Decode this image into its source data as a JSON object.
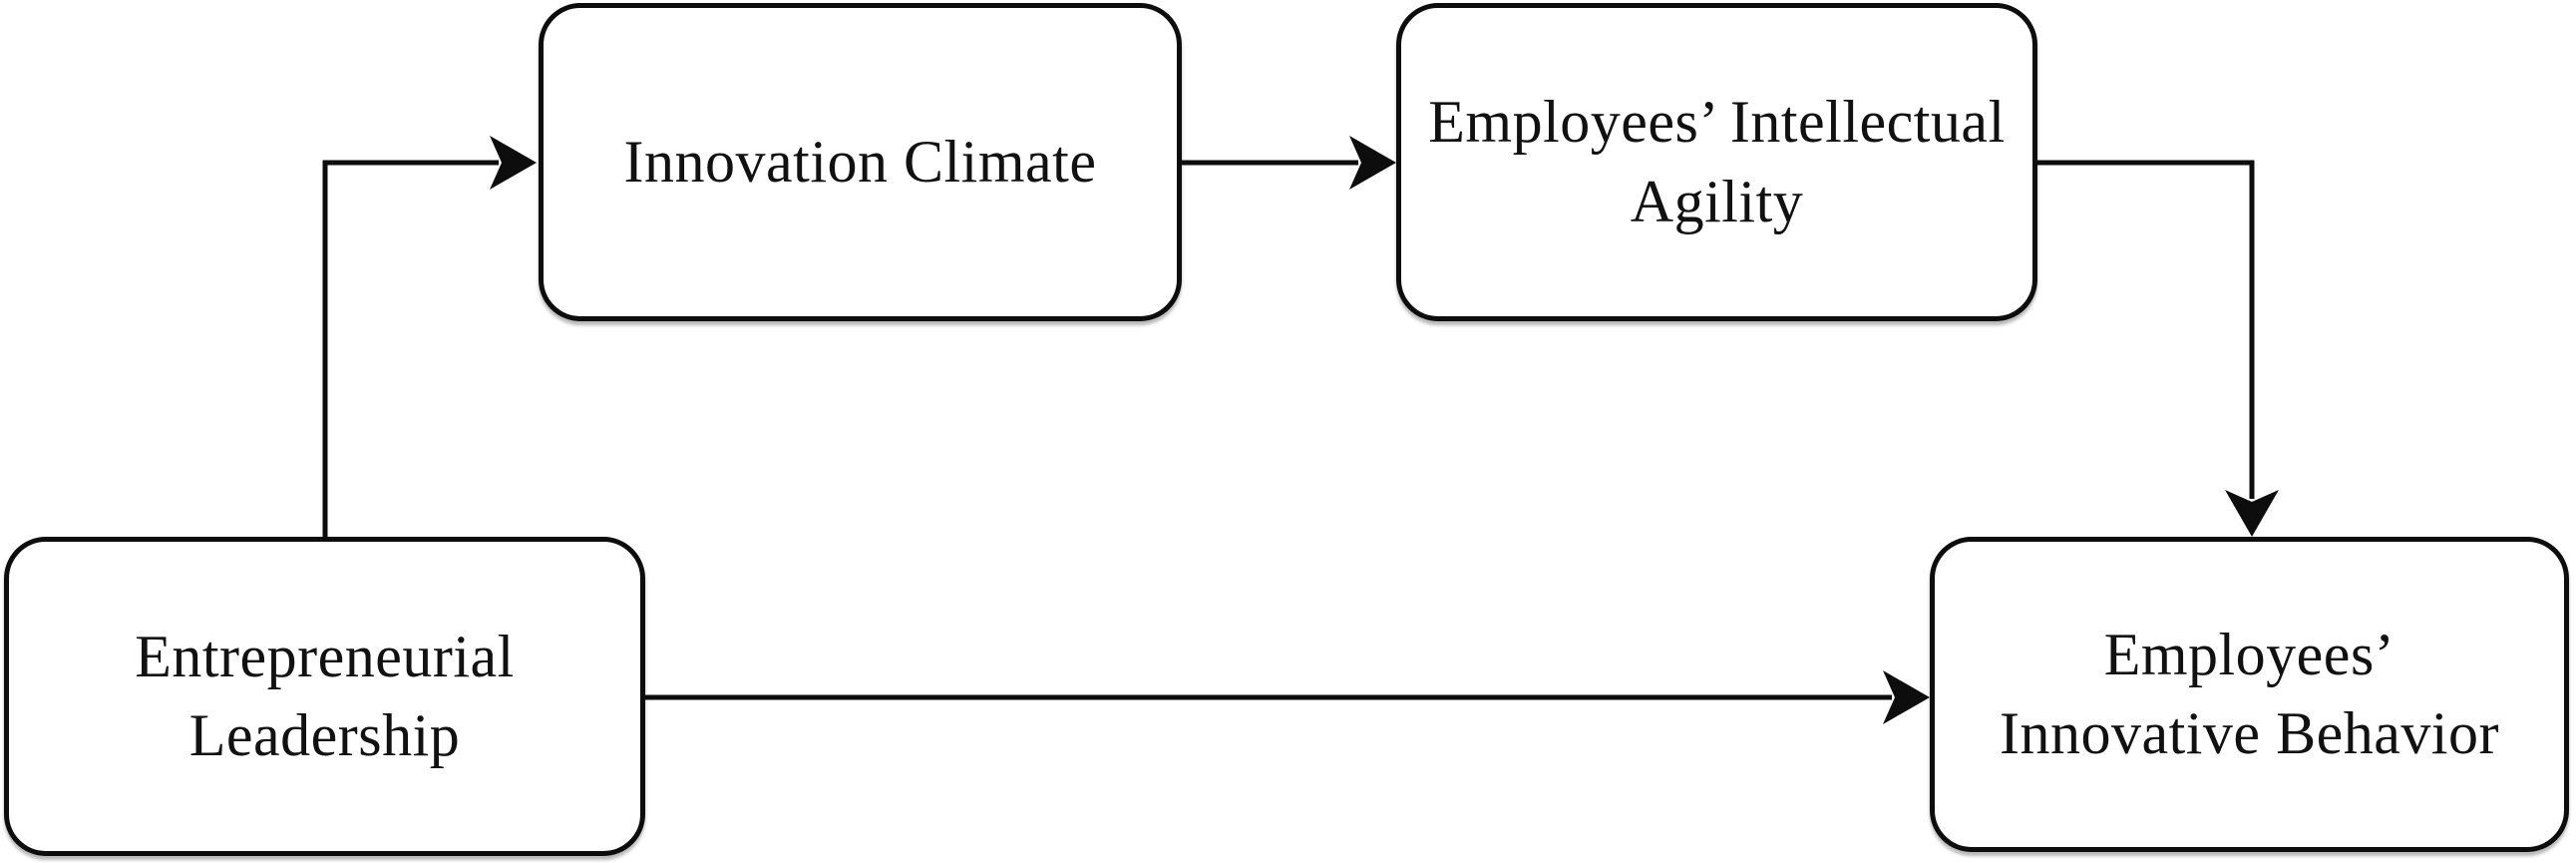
{
  "figure": {
    "type": "diagram",
    "description": "Conceptual research model linking entrepreneurial leadership to employees' innovative behavior through innovation climate and intellectual agility",
    "background_color": "#ffffff",
    "line_color": "#0d0d0d"
  },
  "nodes": [
    {
      "id": "entrepreneurial-leadership",
      "label": "Entrepreneurial\nLeadership"
    },
    {
      "id": "innovation-climate",
      "label": "Innovation Climate"
    },
    {
      "id": "employees-intellectual-agility",
      "label": "Employees’ Intellectual\nAgility"
    },
    {
      "id": "employees-innovative-behavior",
      "label": "Employees’\nInnovative Behavior"
    }
  ],
  "edges": [
    {
      "from": "entrepreneurial-leadership",
      "to": "innovation-climate"
    },
    {
      "from": "innovation-climate",
      "to": "employees-intellectual-agility"
    },
    {
      "from": "employees-intellectual-agility",
      "to": "employees-innovative-behavior"
    },
    {
      "from": "entrepreneurial-leadership",
      "to": "employees-innovative-behavior"
    }
  ]
}
